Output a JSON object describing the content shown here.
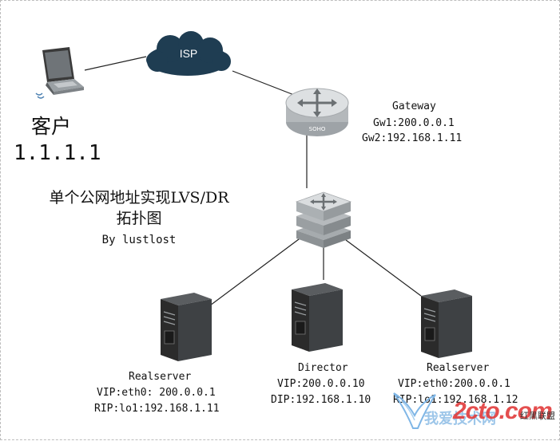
{
  "client": {
    "name": "客户",
    "ip": "1.1.1.1"
  },
  "isp": {
    "label": "ISP"
  },
  "router": {
    "badge": "SOHO"
  },
  "gateway": {
    "title": "Gateway",
    "gw1": "Gw1:200.0.0.1",
    "gw2": "Gw2:192.168.1.11"
  },
  "title_block": {
    "line1": "单个公网地址实现LVS/DR",
    "line2": "拓扑图",
    "author": "By lustlost"
  },
  "servers": [
    {
      "role": "Realserver",
      "vip": "VIP:eth0: 200.0.0.1",
      "ip2": "RIP:lo1:192.168.1.11"
    },
    {
      "role": "Director",
      "vip": "VIP:200.0.0.10",
      "ip2": "DIP:192.168.1.10"
    },
    {
      "role": "Realserver",
      "vip": "VIP:eth0:200.0.0.1",
      "ip2": "RIP:lo1:192.168.1.12"
    }
  ],
  "watermark": {
    "site": "2cto.com",
    "cn": "我爱技术网",
    "corner": "红黑联盟"
  },
  "colors": {
    "cloud": "#1f3d52",
    "device": "#c8ccd0",
    "server": "#2b2b2b",
    "link": "#222222"
  }
}
